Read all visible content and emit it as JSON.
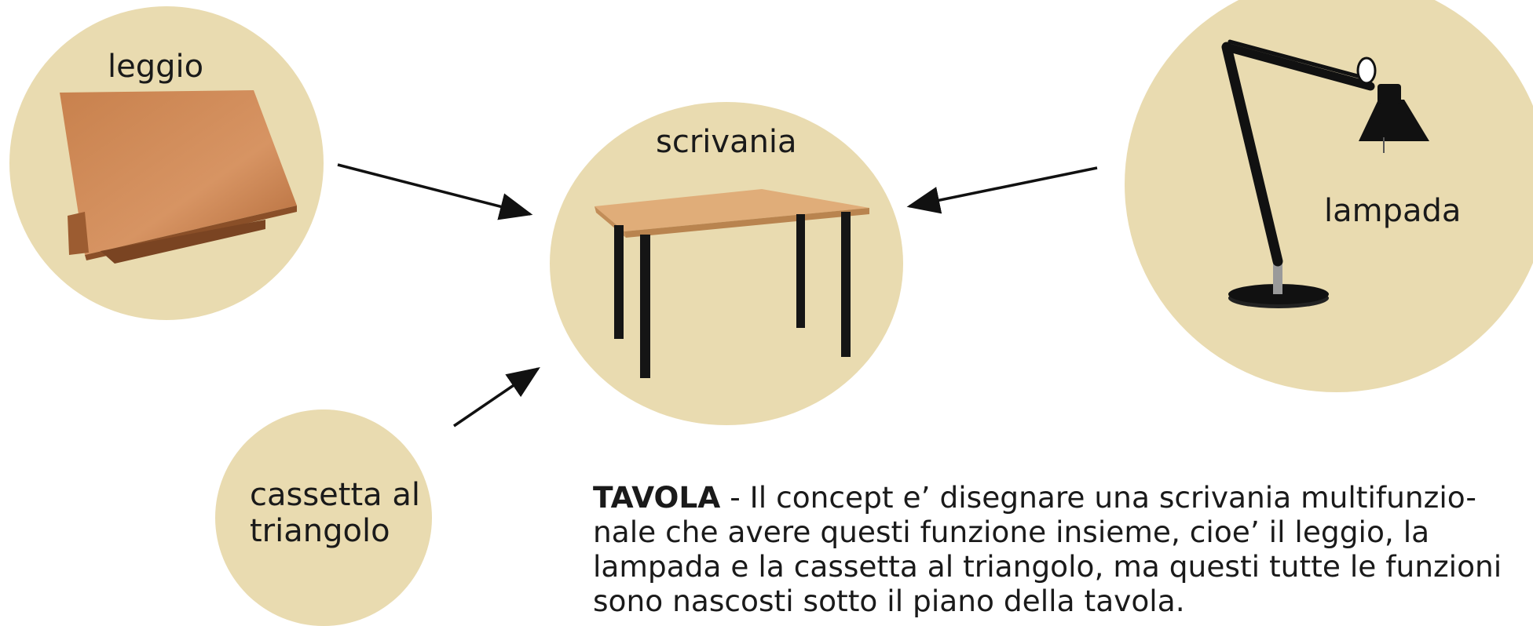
{
  "nodes": {
    "leggio": "leggio",
    "scrivania": "scrivania",
    "lampada": "lampada",
    "cassetta": "cassetta al\ntriangolo"
  },
  "caption": {
    "title": "TAVOLA",
    "body": " - Il concept e’ disegnare una scrivania multifunzio-nale che avere questi funzione insieme, cioe’ il leggio, la lampada e la cassetta al triangolo, ma questi tutte le funzioni sono nascosti sotto il piano della tavola."
  },
  "colors": {
    "circle": "#e9dbb0",
    "wood": "#c9824f",
    "arrow": "#111111"
  }
}
